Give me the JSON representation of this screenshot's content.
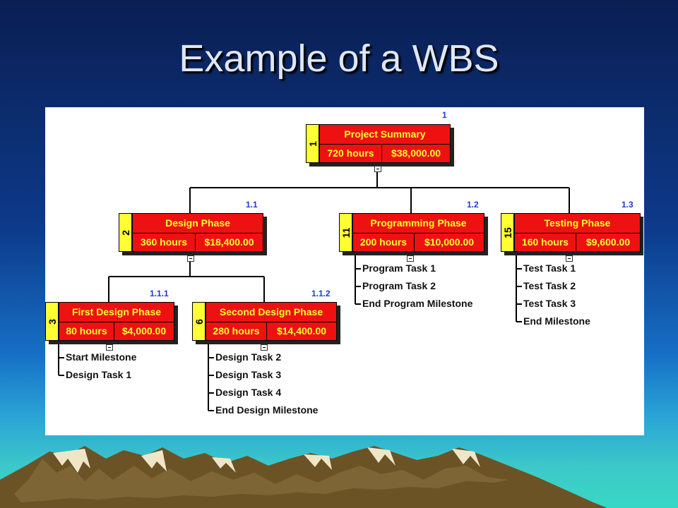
{
  "slide": {
    "title": "Example of a WBS"
  },
  "nodes": {
    "root": {
      "num": "1",
      "name": "Project Summary",
      "hours": "720 hours",
      "cost": "$38,000.00",
      "code": "1"
    },
    "design": {
      "num": "2",
      "name": "Design Phase",
      "hours": "360 hours",
      "cost": "$18,400.00",
      "code": "1.1"
    },
    "programming": {
      "num": "11",
      "name": "Programming Phase",
      "hours": "200 hours",
      "cost": "$10,000.00",
      "code": "1.2"
    },
    "testing": {
      "num": "15",
      "name": "Testing Phase",
      "hours": "160 hours",
      "cost": "$9,600.00",
      "code": "1.3"
    },
    "first_design": {
      "num": "3",
      "name": "First Design Phase",
      "hours": "80 hours",
      "cost": "$4,000.00",
      "code": "1.1.1"
    },
    "second_design": {
      "num": "6",
      "name": "Second Design Phase",
      "hours": "280 hours",
      "cost": "$14,400.00",
      "code": "1.1.2"
    }
  },
  "tasks": {
    "first_design": [
      "Start Milestone",
      "Design Task 1"
    ],
    "second_design": [
      "Design Task 2",
      "Design Task 3",
      "Design Task 4",
      "End Design Milestone"
    ],
    "programming": [
      "Program Task 1",
      "Program Task 2",
      "End Program Milestone"
    ],
    "testing": [
      "Test Task 1",
      "Test Task 2",
      "Test Task 3",
      "End Milestone"
    ]
  },
  "colors": {
    "node_body": "#ee1111",
    "node_side": "#ffff33",
    "node_text": "#ffff33",
    "code_text": "#1a3ccf",
    "line": "#000000"
  }
}
